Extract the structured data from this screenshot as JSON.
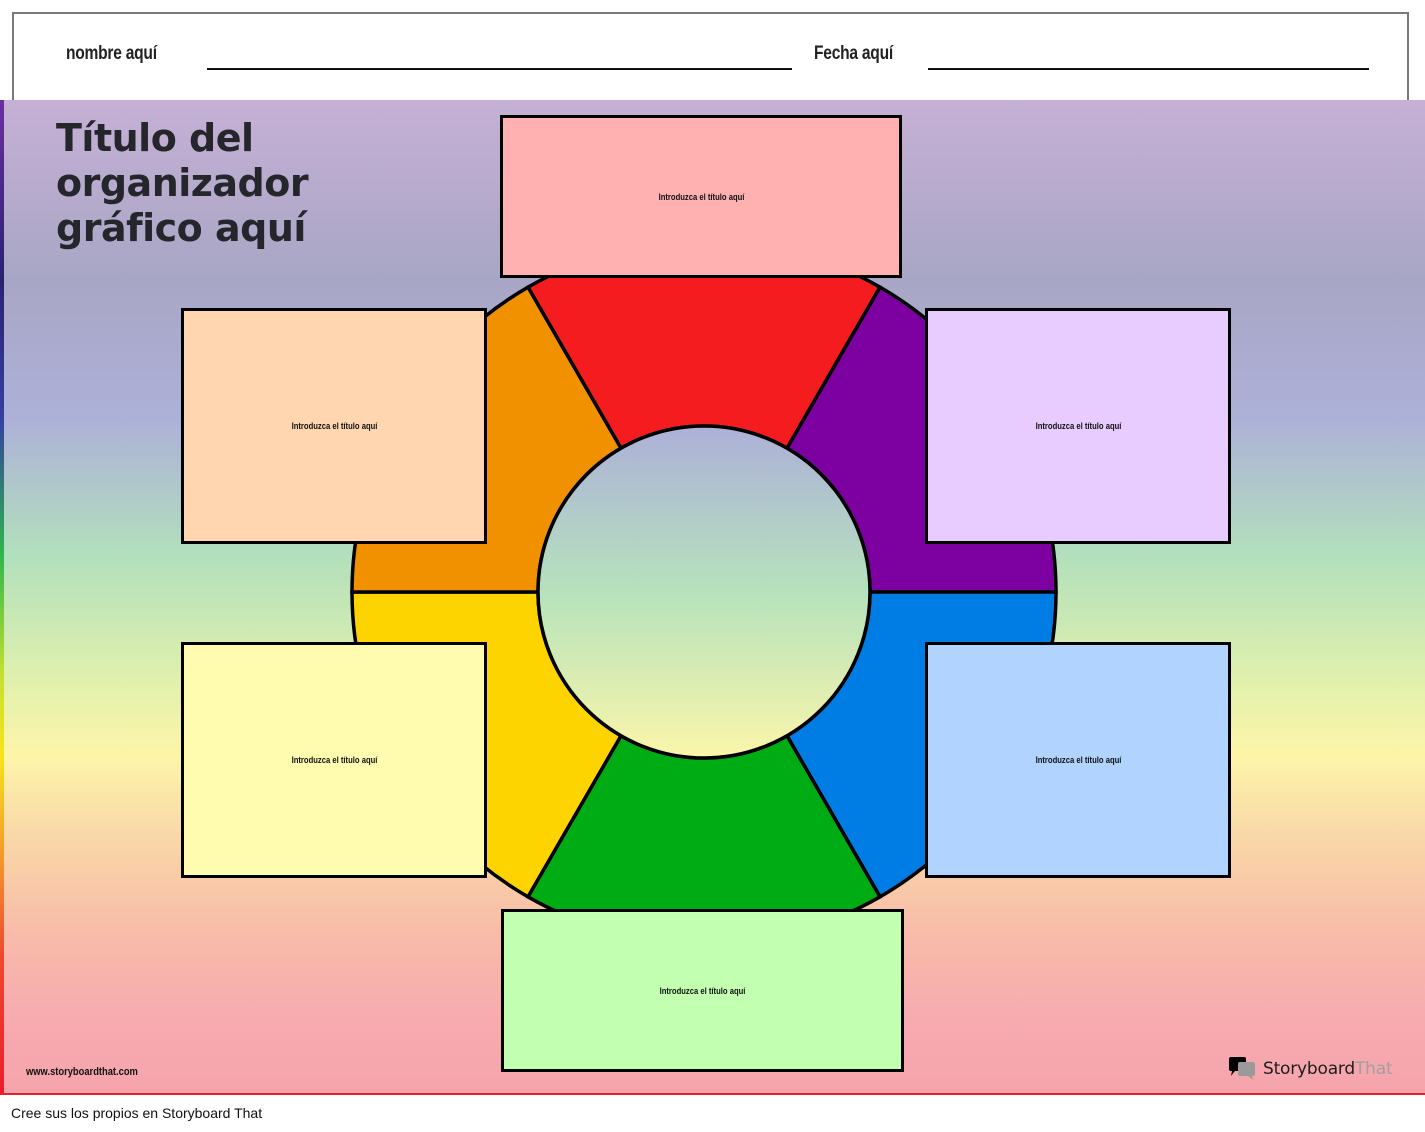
{
  "header": {
    "name_label": "nombre aquí",
    "date_label": "Fecha aquí"
  },
  "worksheet": {
    "title": "Título del organizador gráfico aquí",
    "title_lines": [
      "Título del",
      "organizador",
      "gráfico aquí"
    ],
    "center_circle": {
      "label": ""
    },
    "wheel_segments": [
      {
        "name": "top",
        "color": "#f41c1f"
      },
      {
        "name": "upper-right",
        "color": "#7d00a0"
      },
      {
        "name": "lower-right",
        "color": "#007de4"
      },
      {
        "name": "bottom",
        "color": "#00ac14"
      },
      {
        "name": "lower-left",
        "color": "#fed400"
      },
      {
        "name": "upper-left",
        "color": "#f29100"
      }
    ],
    "boxes": [
      {
        "position": "top",
        "label": "Introduzca el título aquí",
        "color": "#ffb0b1"
      },
      {
        "position": "upper-left",
        "label": "Introduzca el título aquí",
        "color": "#ffd6b0"
      },
      {
        "position": "upper-right",
        "label": "Introduzca el título aquí",
        "color": "#e8cbff"
      },
      {
        "position": "lower-left",
        "label": "Introduzca el título aquí",
        "color": "#fffcb0"
      },
      {
        "position": "lower-right",
        "label": "Introduzca el título aquí",
        "color": "#b0d4ff"
      },
      {
        "position": "bottom",
        "label": "Introduzca el título aquí",
        "color": "#c2ffb0"
      }
    ],
    "site_url": "www.storyboardthat.com",
    "logo": {
      "icon": "speech-bubbles-icon",
      "text_main": "Storyboard",
      "text_accent": "That"
    }
  },
  "footer": {
    "text": "Cree sus los propios en Storyboard That"
  }
}
